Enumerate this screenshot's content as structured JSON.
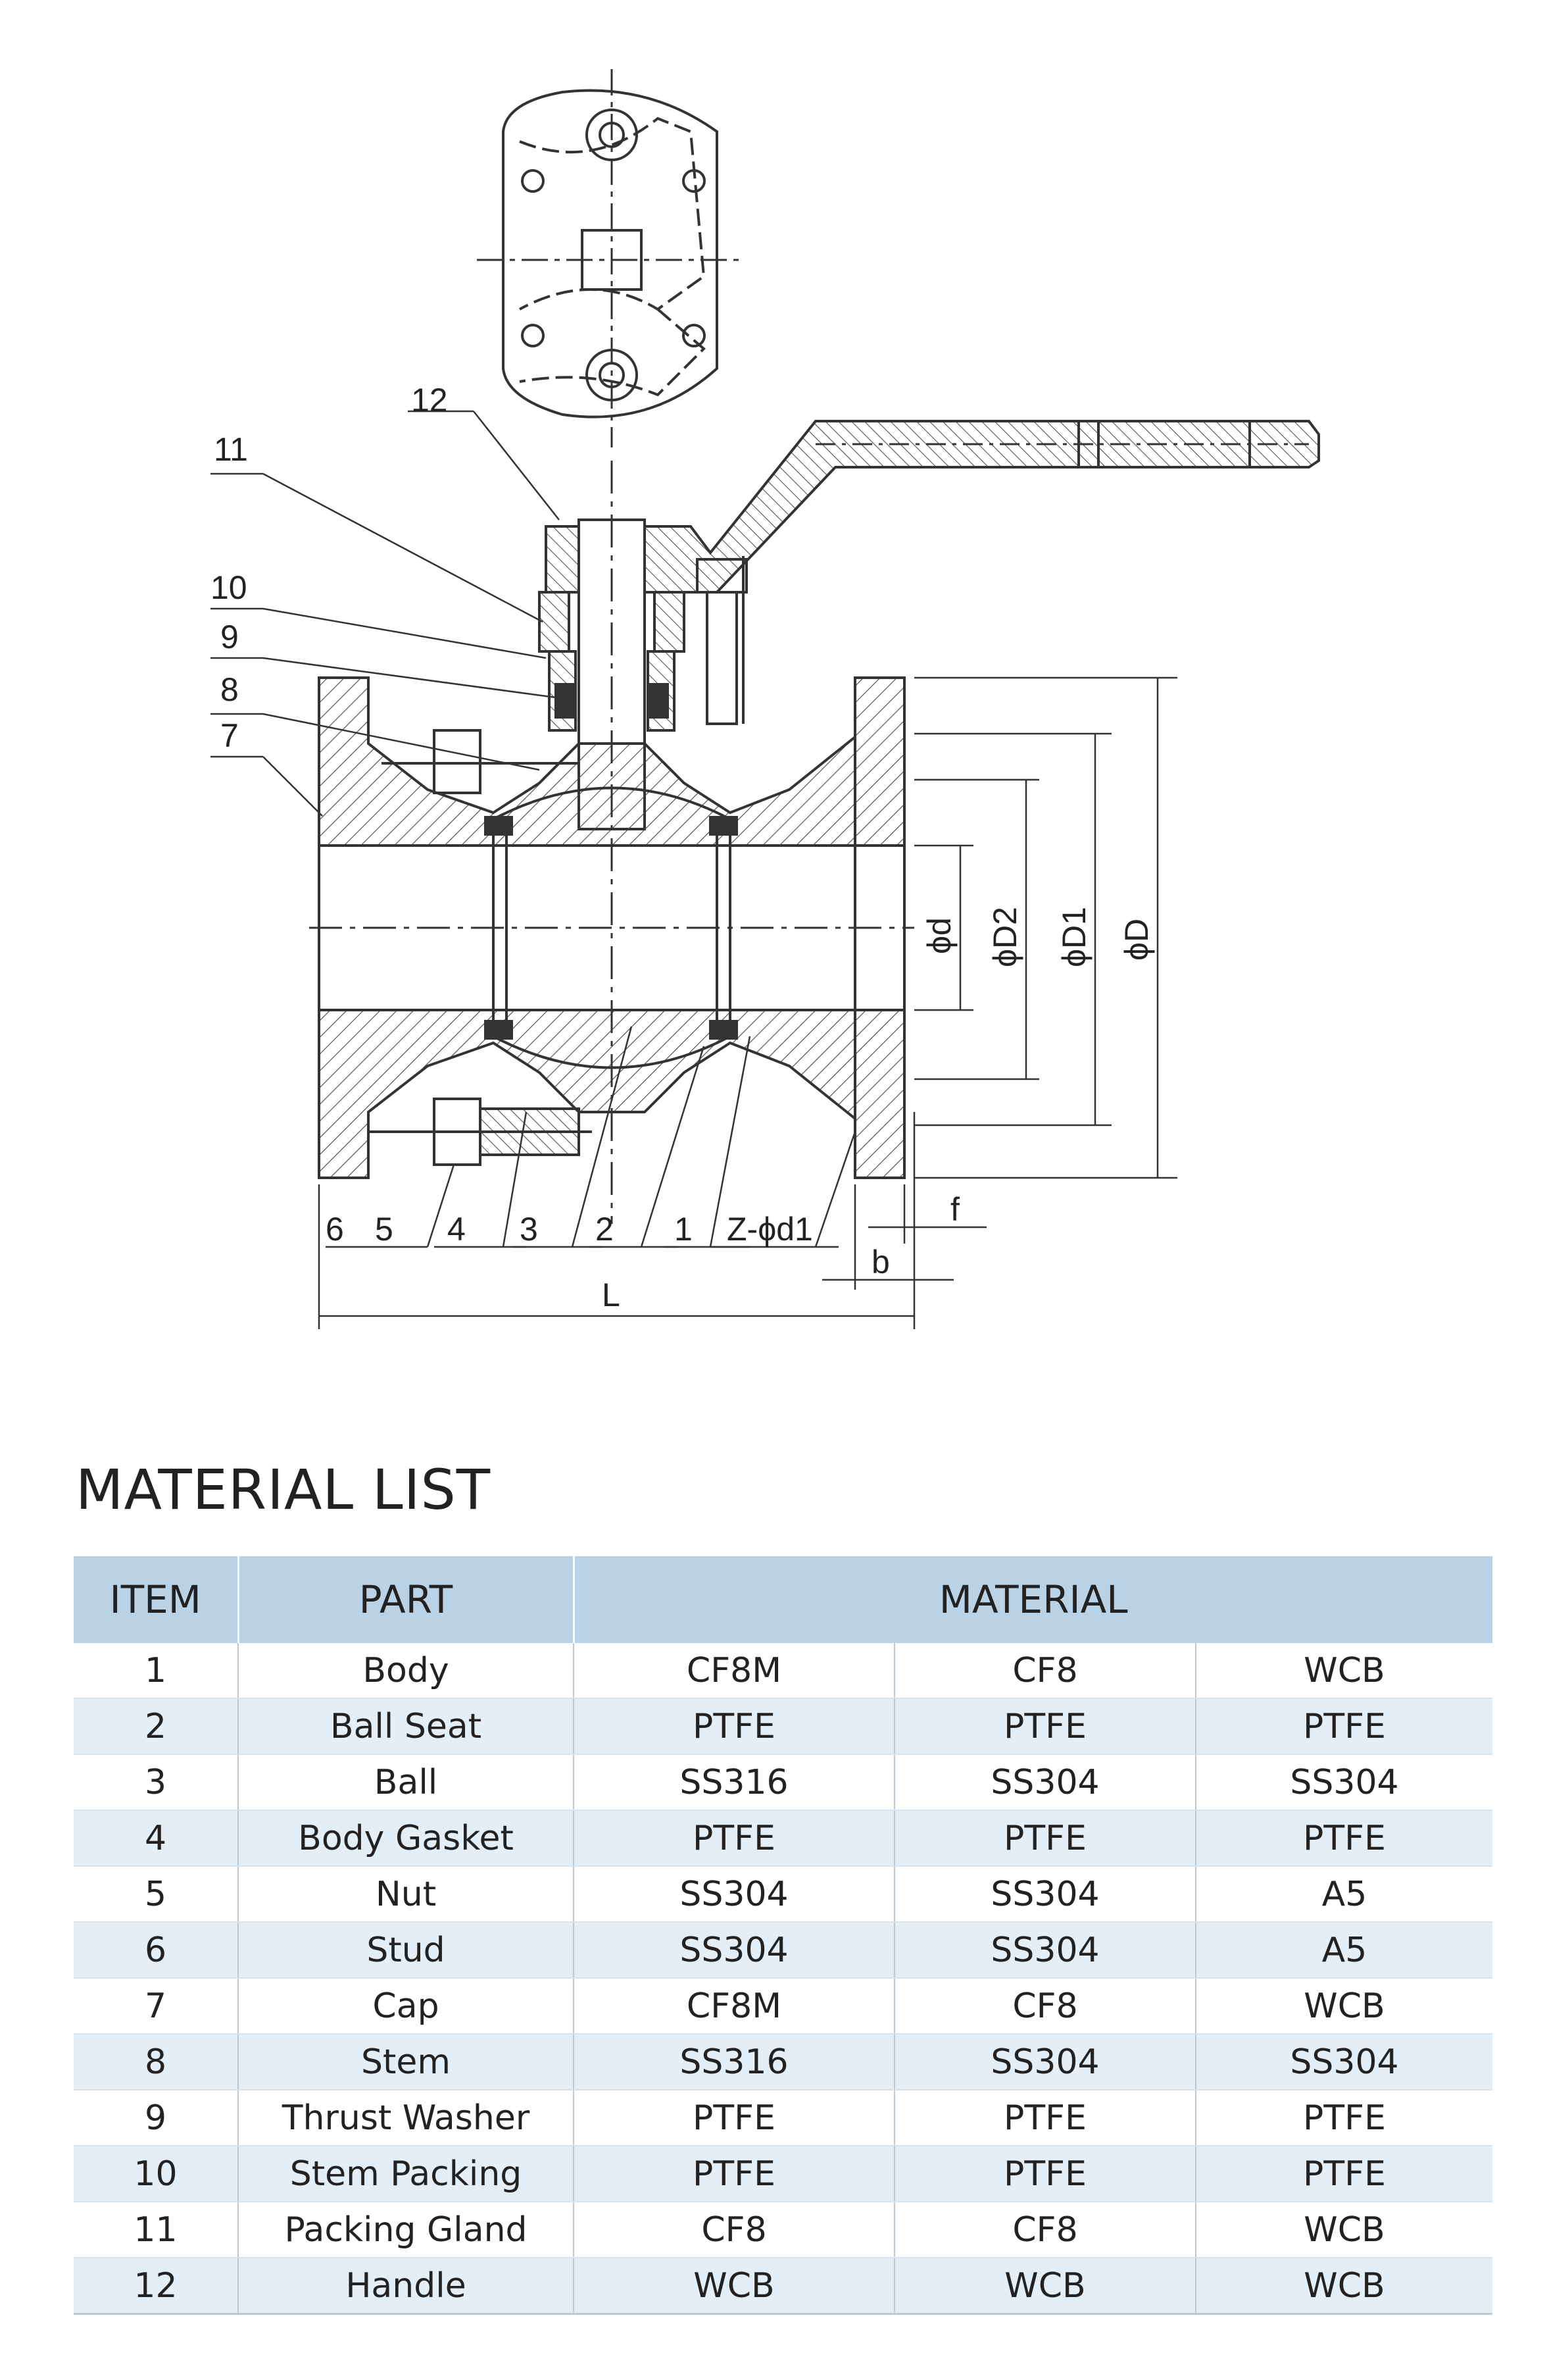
{
  "drawing": {
    "part_labels": [
      "12",
      "11",
      "10",
      "9",
      "8",
      "7"
    ],
    "bottom_labels": [
      "6",
      "5",
      "4",
      "3",
      "2",
      "1",
      "Z-ϕd1"
    ],
    "dimension_labels": {
      "d": "ϕd",
      "D2": "ϕD2",
      "D1": "ϕD1",
      "D": "ϕD",
      "f": "f",
      "b": "b",
      "L": "L"
    }
  },
  "material_list": {
    "title": "MATERIAL LIST",
    "headers": {
      "item": "ITEM",
      "part": "PART",
      "material": "MATERIAL"
    },
    "rows": [
      {
        "item": "1",
        "part": "Body",
        "m1": "CF8M",
        "m2": "CF8",
        "m3": "WCB"
      },
      {
        "item": "2",
        "part": "Ball Seat",
        "m1": "PTFE",
        "m2": "PTFE",
        "m3": "PTFE"
      },
      {
        "item": "3",
        "part": "Ball",
        "m1": "SS316",
        "m2": "SS304",
        "m3": "SS304"
      },
      {
        "item": "4",
        "part": "Body Gasket",
        "m1": "PTFE",
        "m2": "PTFE",
        "m3": "PTFE"
      },
      {
        "item": "5",
        "part": "Nut",
        "m1": "SS304",
        "m2": "SS304",
        "m3": "A5"
      },
      {
        "item": "6",
        "part": "Stud",
        "m1": "SS304",
        "m2": "SS304",
        "m3": "A5"
      },
      {
        "item": "7",
        "part": "Cap",
        "m1": "CF8M",
        "m2": "CF8",
        "m3": "WCB"
      },
      {
        "item": "8",
        "part": "Stem",
        "m1": "SS316",
        "m2": "SS304",
        "m3": "SS304"
      },
      {
        "item": "9",
        "part": "Thrust Washer",
        "m1": "PTFE",
        "m2": "PTFE",
        "m3": "PTFE"
      },
      {
        "item": "10",
        "part": "Stem Packing",
        "m1": "PTFE",
        "m2": "PTFE",
        "m3": "PTFE"
      },
      {
        "item": "11",
        "part": "Packing Gland",
        "m1": "CF8",
        "m2": "CF8",
        "m3": "WCB"
      },
      {
        "item": "12",
        "part": "Handle",
        "m1": "WCB",
        "m2": "WCB",
        "m3": "WCB"
      }
    ]
  }
}
